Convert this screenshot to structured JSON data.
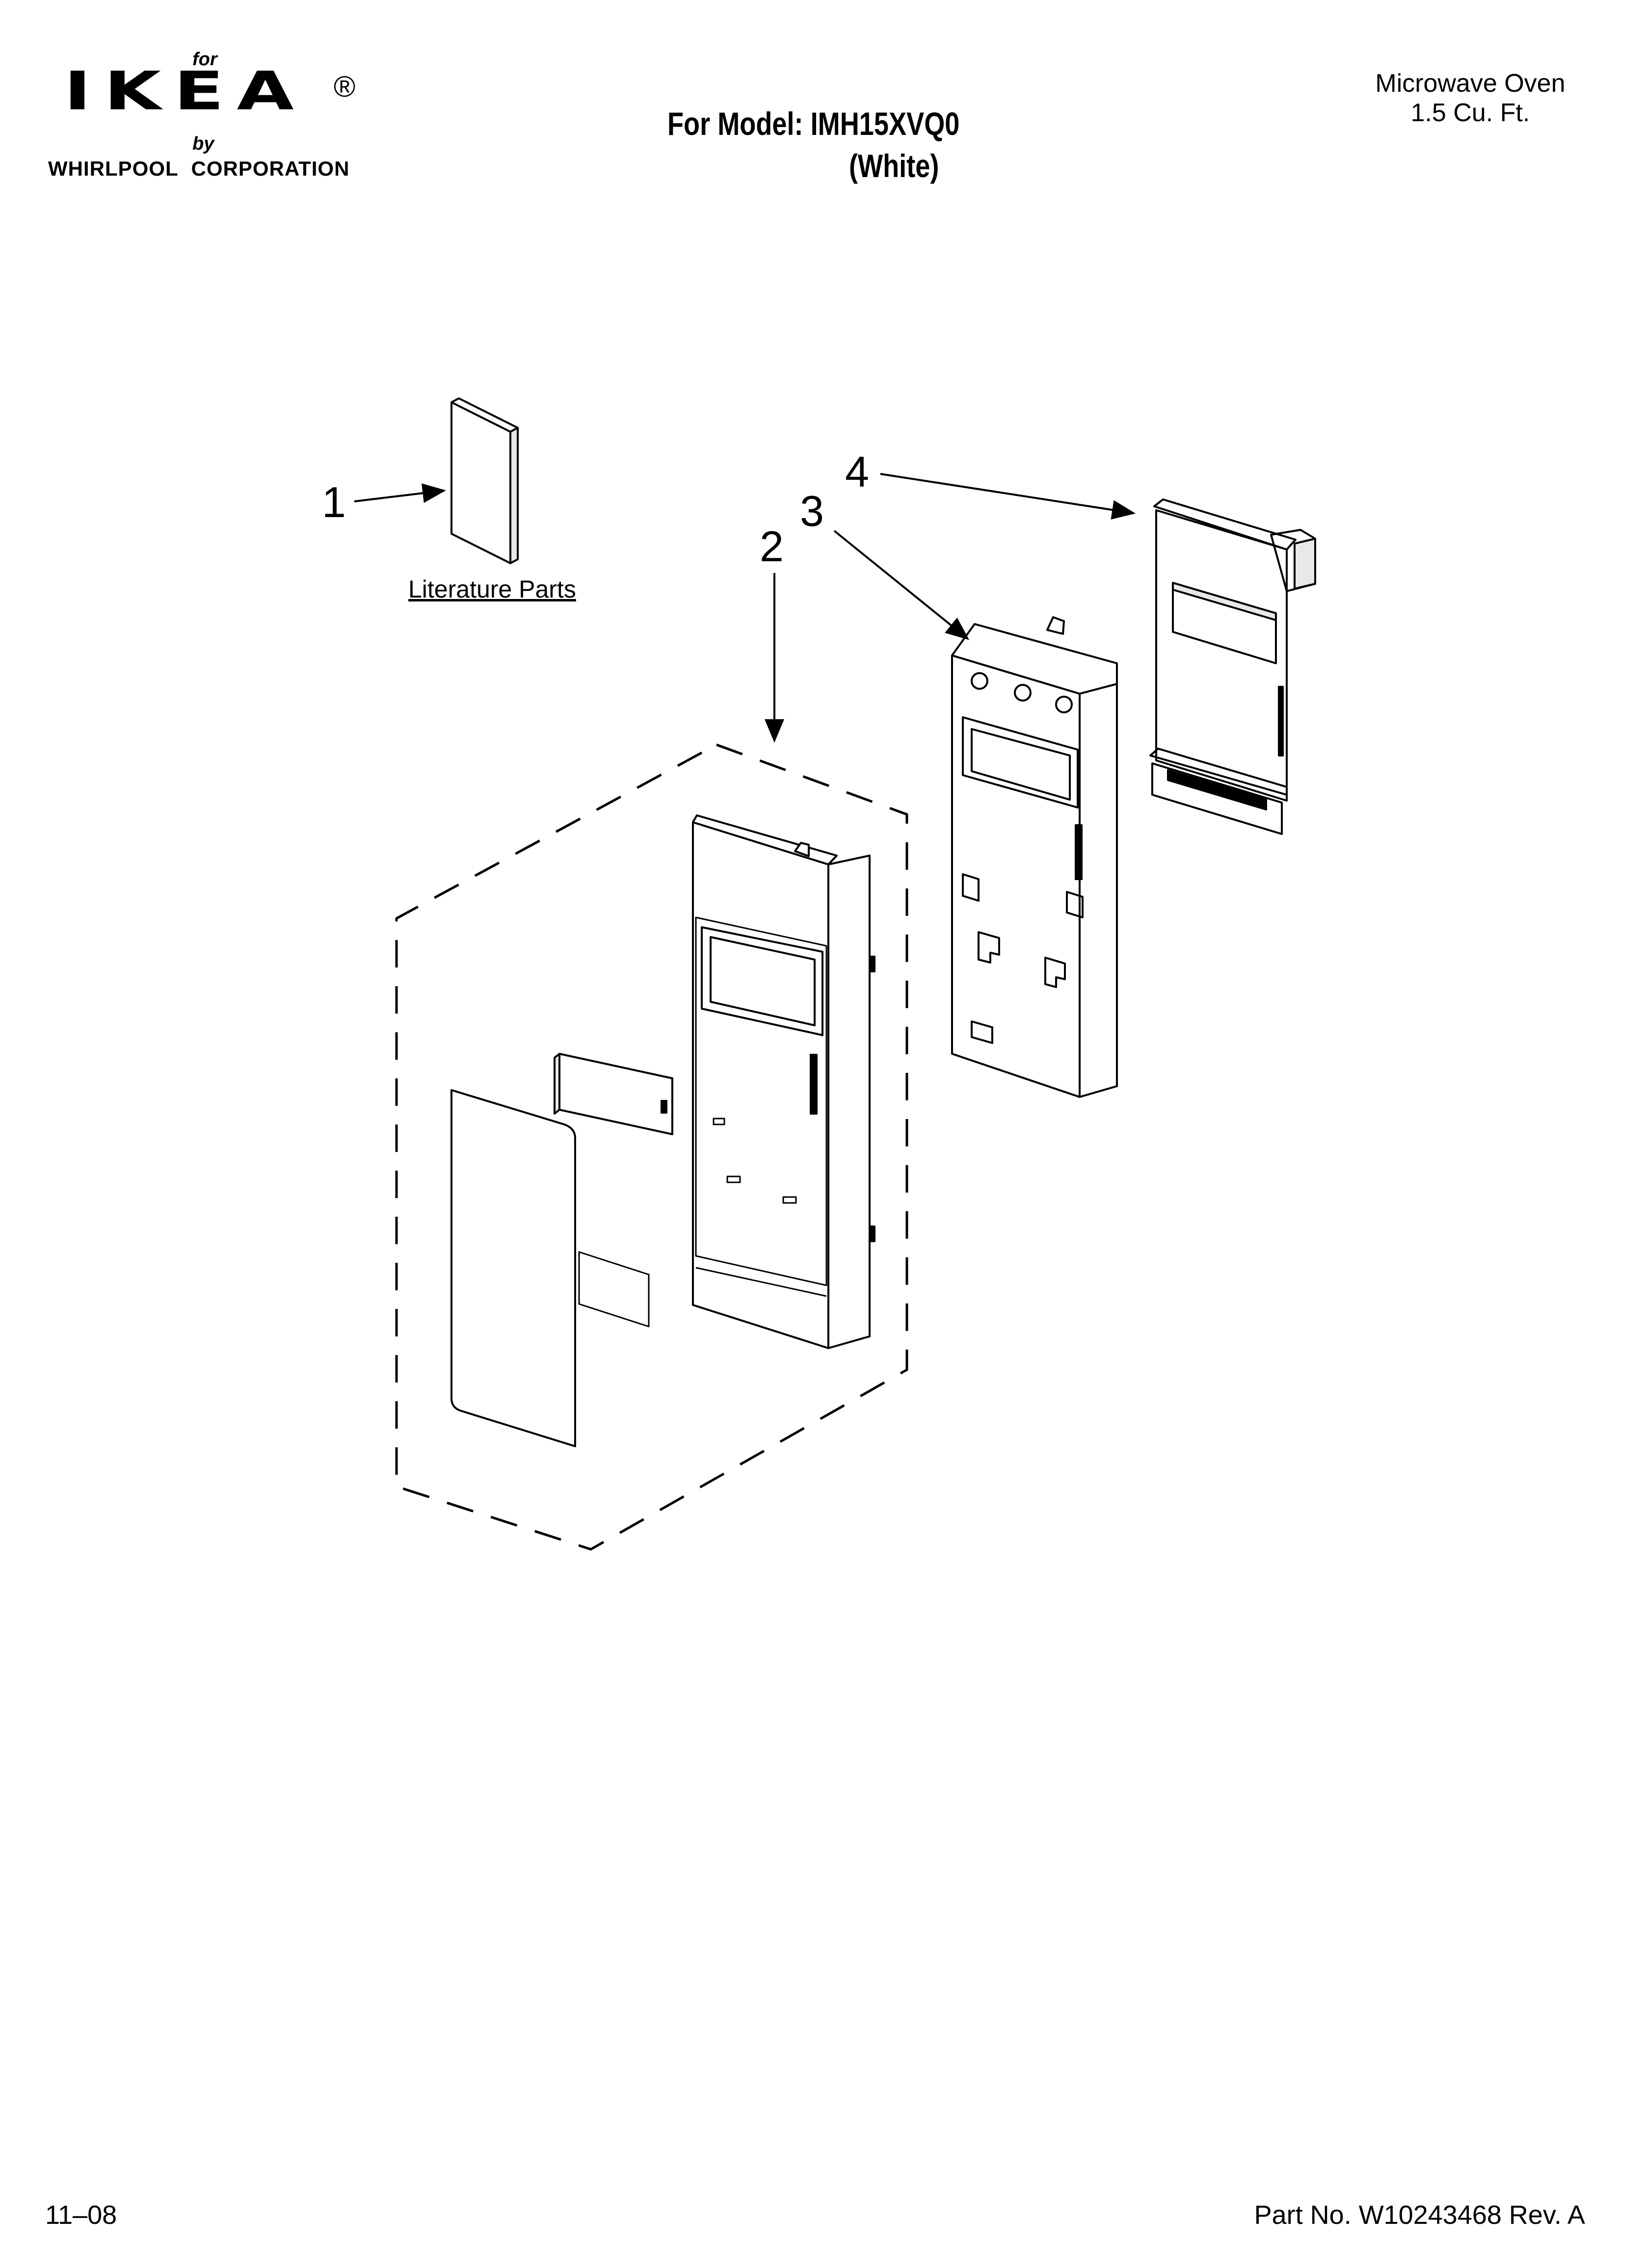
{
  "header": {
    "logo": {
      "for_text": "for",
      "brand": "IKEA",
      "registered_mark": "®",
      "by_text": "by",
      "corporation": "WHIRLPOOL  CORPORATION"
    },
    "model_line": "For Model: IMH15XVQ0",
    "model_color": "(White)",
    "product_type": "Microwave Oven",
    "product_capacity": "1.5 Cu. Ft."
  },
  "diagram": {
    "callouts": [
      "1",
      "2",
      "3",
      "4"
    ],
    "literature_label": "Literature Parts"
  },
  "footer": {
    "date_code": "11–08",
    "part_number": "Part No. W10243468 Rev. A"
  },
  "colors": {
    "ink": "#000000",
    "panel_fill": "#ffffff",
    "shade_fill": "#e8e8e8"
  }
}
